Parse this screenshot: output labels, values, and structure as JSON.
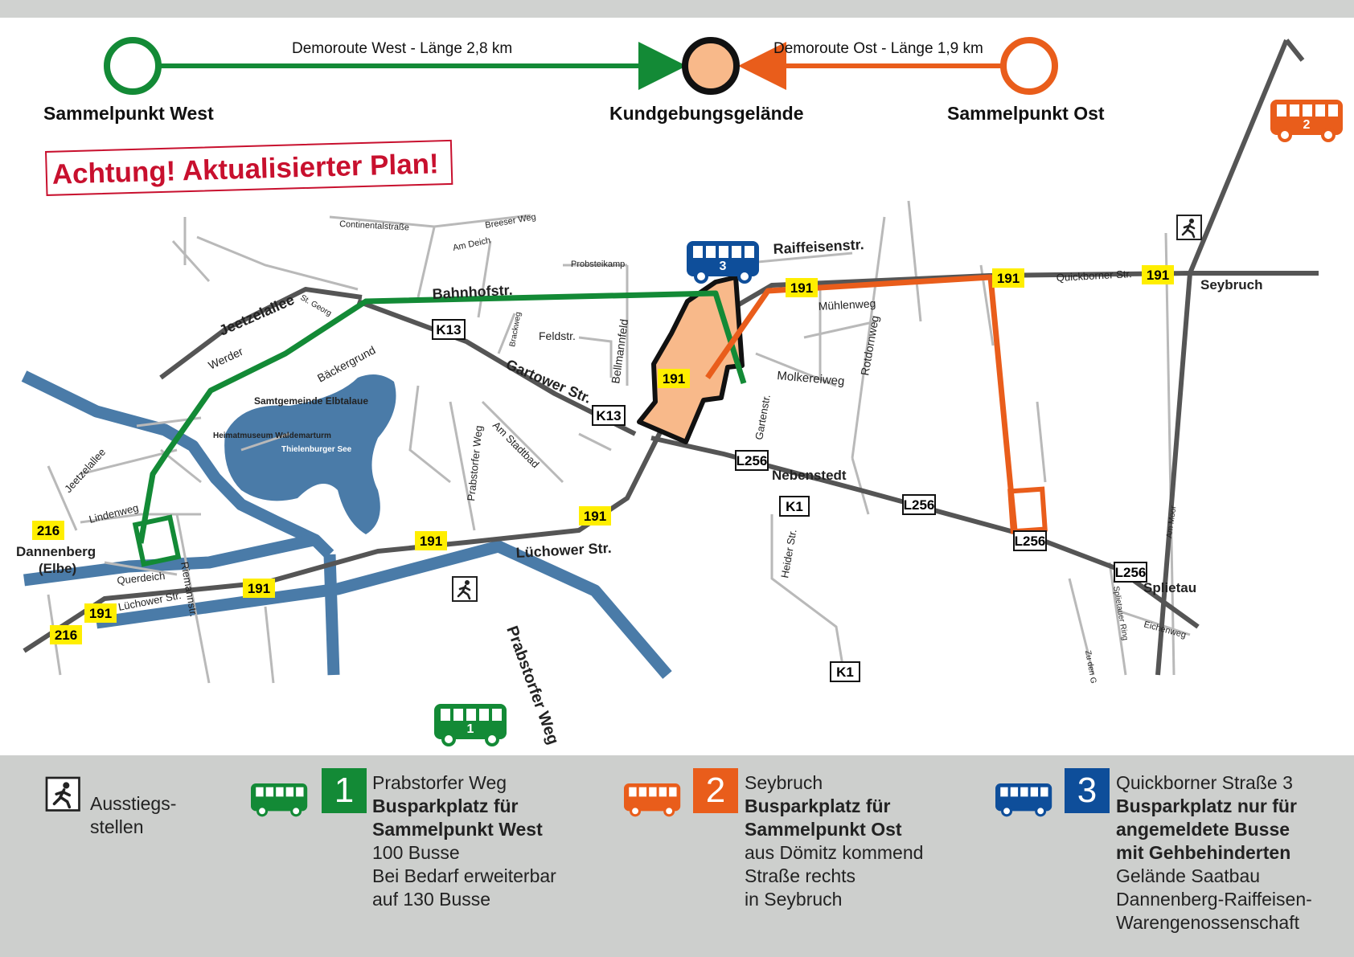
{
  "header": {
    "route_west": "Demoroute West - Länge 2,8 km",
    "route_east": "Demoroute Ost - Länge 1,9 km",
    "point_west": "Sammelpunkt West",
    "point_center": "Kundgebungsgelände",
    "point_east": "Sammelpunkt Ost"
  },
  "warning": "Achtung! Aktualisierter Plan!",
  "colors": {
    "west": "#138a36",
    "east": "#e95d1b",
    "bus3": "#0e4e9a",
    "rally_fill": "#f8b98a",
    "road_badge": "#ffee00",
    "water": "#4a7ba8"
  },
  "map": {
    "streets": [
      "Continentalstraße",
      "Breeser Weg",
      "Am Deich",
      "Probsteikamp",
      "Raiffeisenstr.",
      "Bahnhofstr.",
      "Jeetzelallee",
      "St. Georg",
      "Werder",
      "Bäckergrund",
      "Feldstr.",
      "Brackweg",
      "Bellmannfeld",
      "Mühlenweg",
      "Rotdornweg",
      "Molkereiweg",
      "Gartower Str.",
      "Gartenstr.",
      "Samtgemeinde Elbtalaue",
      "Heimatmuseum Waldemarturm",
      "Thielenburger See",
      "Prabstorfer Weg",
      "Am Stadtbad",
      "Nebenstedt",
      "Heider Str.",
      "Lindenweg",
      "Querdeich",
      "Lüchower Str.",
      "Riemannstr.",
      "Quickborner Str.",
      "Seybruch",
      "Splietau",
      "Splietauer Ring",
      "Eichenweg",
      "Am Moor",
      "Zu den G",
      "Dannenberg (Elbe)",
      "Lüchower Str.",
      "Prabstorfer Weg",
      "Jeetzelallee"
    ],
    "roads": {
      "r191": "191",
      "r216": "216",
      "k13": "K13",
      "k1": "K1",
      "l256": "L256"
    }
  },
  "bus_labels": {
    "one": "1",
    "two": "2",
    "three": "3"
  },
  "legend": {
    "exit_line1": "Ausstiegs-",
    "exit_line2": "stellen",
    "b1": {
      "num": "1",
      "l1": "Prabstorfer Weg",
      "l2": "Busparkplatz für",
      "l3": "Sammelpunkt West",
      "l4": "100 Busse",
      "l5": "Bei Bedarf erweiterbar",
      "l6": "auf 130 Busse"
    },
    "b2": {
      "num": "2",
      "l1": "Seybruch",
      "l2": "Busparkplatz für",
      "l3": "Sammelpunkt Ost",
      "l4": "aus Dömitz kommend",
      "l5": "Straße rechts",
      "l6": "in Seybruch"
    },
    "b3": {
      "num": "3",
      "l1": "Quickborner Straße 3",
      "l2": "Busparkplatz nur für",
      "l3": "angemeldete Busse",
      "l4": "mit Gehbehinderten",
      "l5": "Gelände Saatbau",
      "l6": "Dannenberg-Raiffeisen-",
      "l7": "Warengenossenschaft"
    }
  }
}
